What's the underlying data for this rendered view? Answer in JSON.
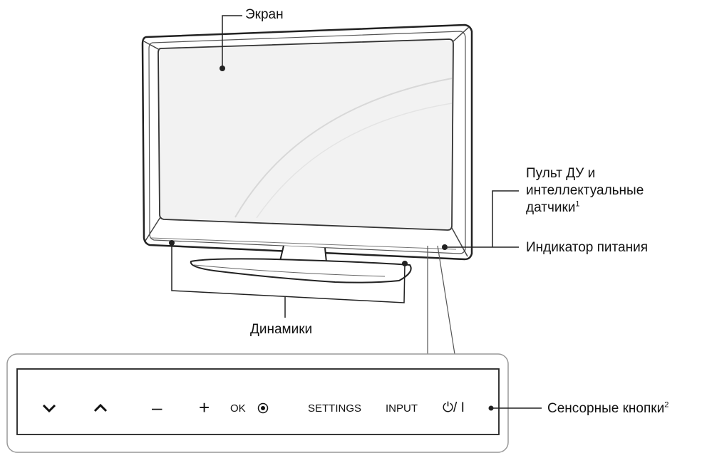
{
  "labels": {
    "screen": "Экран",
    "remote_line1": "Пульт ДУ и",
    "remote_line2": "интеллектуальные",
    "remote_line3": "датчики",
    "remote_sup": "1",
    "power_indicator": "Индикатор питания",
    "speakers": "Динамики",
    "touch_buttons": "Сенсорные кнопки",
    "touch_sup": "2"
  },
  "buttons": {
    "down_icon": "chevron-down-icon",
    "up_icon": "chevron-up-icon",
    "minus": "–",
    "plus": "+",
    "ok": "OK",
    "settings": "SETTINGS",
    "input": "INPUT",
    "power": "⏻/ I"
  },
  "colors": {
    "line": "#222222",
    "panel_border": "#aaaaaa",
    "screen_fill": "#f2f2f2"
  }
}
